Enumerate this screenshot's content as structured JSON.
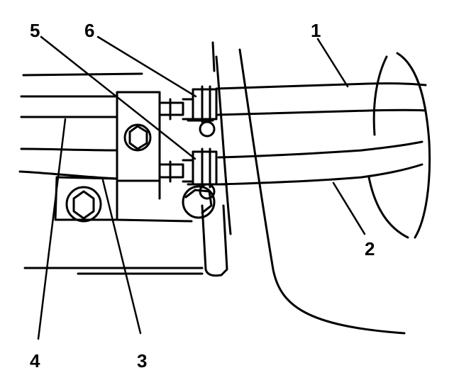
{
  "diagram": {
    "callouts": [
      {
        "id": "1",
        "text": "1"
      },
      {
        "id": "2",
        "text": "2"
      },
      {
        "id": "3",
        "text": "3"
      },
      {
        "id": "4",
        "text": "4"
      },
      {
        "id": "5",
        "text": "5"
      },
      {
        "id": "6",
        "text": "6"
      }
    ],
    "colors": {
      "line": "#000000",
      "background": "#ffffff"
    }
  }
}
